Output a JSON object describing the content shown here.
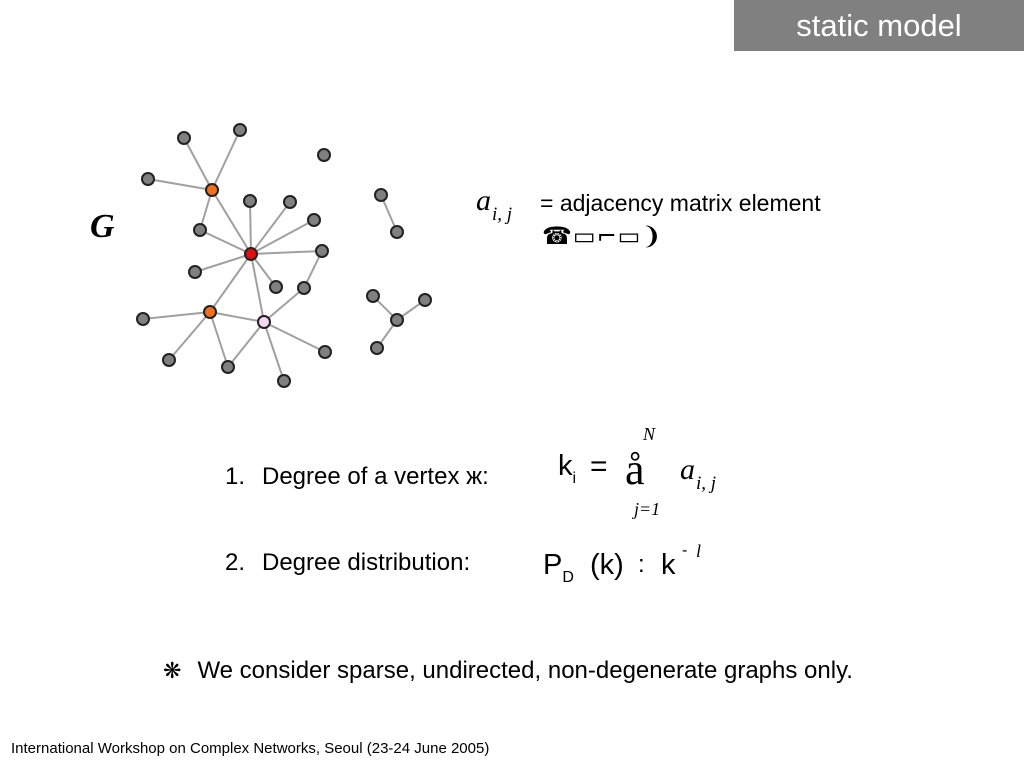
{
  "slide": {
    "title": "static model",
    "graph_label": "G",
    "adjacency": {
      "symbol": "a",
      "subscript": "i, j",
      "definition": "= adjacency matrix element",
      "symbols_line": "☎▭⌐▭❩"
    },
    "list": [
      {
        "number": "1.",
        "text": "Degree of a vertex ",
        "glyph": "ж",
        "suffix": ":"
      },
      {
        "number": "2.",
        "text": "Degree distribution:"
      }
    ],
    "degree_formula": {
      "k": "k",
      "k_sub": "i",
      "equals": "=",
      "sum": "å",
      "upper": "N",
      "lower": "j=1",
      "a": "a",
      "a_sub": "i, j"
    },
    "distribution_formula": {
      "P": "P",
      "P_sub": "D",
      "arg": "(k)",
      "sim": ":",
      "k": "k",
      "exp_sign": "-",
      "exp": "l"
    },
    "note": {
      "bullet": "❋",
      "text": "We consider sparse, undirected, non-degenerate graphs only."
    },
    "footer": "International Workshop on Complex Networks, Seoul (23-24 June 2005)",
    "colors": {
      "title_bg": "#808080",
      "node_gray": "#808080",
      "node_red": "#e01010",
      "node_orange": "#f07020",
      "node_pink": "#f4d8ee",
      "edge": "#a0a0a0"
    }
  }
}
